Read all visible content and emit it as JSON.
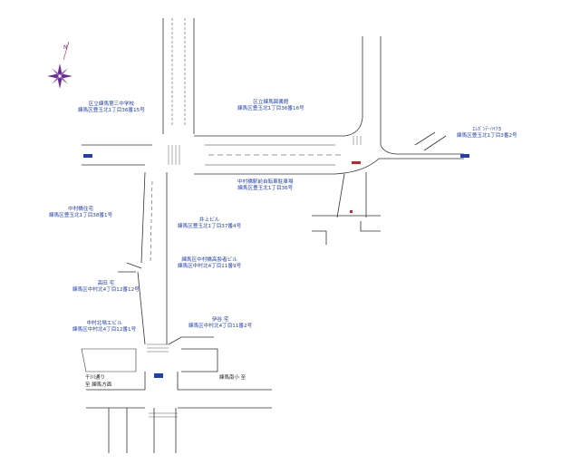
{
  "map": {
    "line_color": "#333333",
    "label_color": "#1f3fb0",
    "marker_color": "#c0262b",
    "compass_color": "#6b2c8f",
    "north_label": "N",
    "labels": [
      {
        "l1": "区立練馬第三中学校",
        "l2": "練馬区豊玉北1丁目36番15号"
      },
      {
        "l1": "区立練馬図書館",
        "l2": "練馬区豊玉北1丁目36番16号"
      },
      {
        "l1": "ｴﾚｶﾞﾝﾃ･ﾊｲﾂ3",
        "l2": "練馬区豊玉北1丁目3番2号"
      },
      {
        "l1": "中村橋駅前自転車駐車場",
        "l2": "練馬区豊玉北1丁目36号"
      },
      {
        "l1": "中村橋住宅",
        "l2": "練馬区豊玉北1丁目38番1号"
      },
      {
        "l1": "井上ビル",
        "l2": "練馬区豊玉北1丁目37番4号"
      },
      {
        "l1": "練馬区中村橋高齢者ビル",
        "l2": "練馬区中村北4丁目11番9号"
      },
      {
        "l1": "高田 宅",
        "l2": "練馬区中村北4丁目12番12号"
      },
      {
        "l1": "中村北場エビル",
        "l2": "練馬区中村北4丁目12番1号"
      },
      {
        "l1": "伊谷 宅",
        "l2": "練馬区中村北4丁目11番2号"
      }
    ],
    "streets": [
      "千川通り",
      "至 練馬方面",
      "練馬南小 至"
    ]
  }
}
